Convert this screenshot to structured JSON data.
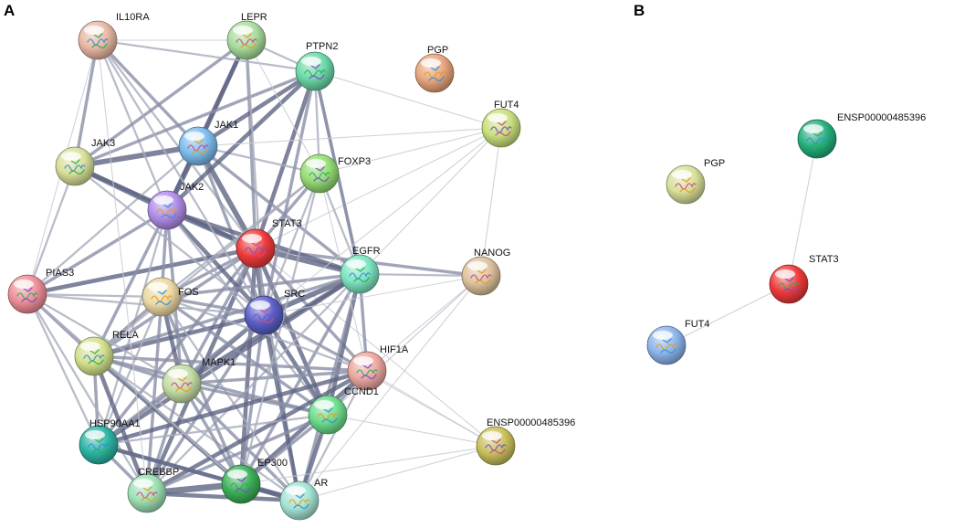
{
  "panels": [
    {
      "letter": "A",
      "nodes": [
        {
          "id": "IL10RA",
          "label": "IL10RA",
          "color": "#e8b8a4"
        },
        {
          "id": "LEPR",
          "label": "LEPR",
          "color": "#a8dc9c"
        },
        {
          "id": "PTPN2",
          "label": "PTPN2",
          "color": "#6cd8a8"
        },
        {
          "id": "PGP",
          "label": "PGP",
          "color": "#e8a47c"
        },
        {
          "id": "FUT4",
          "label": "FUT4",
          "color": "#c8e07c"
        },
        {
          "id": "JAK3",
          "label": "JAK3",
          "color": "#d8df98"
        },
        {
          "id": "JAK1",
          "label": "JAK1",
          "color": "#7cbcec"
        },
        {
          "id": "FOXP3",
          "label": "FOXP3",
          "color": "#94dc74"
        },
        {
          "id": "JAK2",
          "label": "JAK2",
          "color": "#b08ce8"
        },
        {
          "id": "STAT3",
          "label": "STAT3",
          "color": "#ee3a3a"
        },
        {
          "id": "EGFR",
          "label": "EGFR",
          "color": "#7ce4c0"
        },
        {
          "id": "NANOG",
          "label": "NANOG",
          "color": "#dcc29c"
        },
        {
          "id": "PIAS3",
          "label": "PIAS3",
          "color": "#ee8e96"
        },
        {
          "id": "FOS",
          "label": "FOS",
          "color": "#ecd8a4"
        },
        {
          "id": "SRC",
          "label": "SRC",
          "color": "#5a5fc8"
        },
        {
          "id": "RELA",
          "label": "RELA",
          "color": "#d4e08c"
        },
        {
          "id": "MAPK1",
          "label": "MAPK1",
          "color": "#c4dca4"
        },
        {
          "id": "HIF1A",
          "label": "HIF1A",
          "color": "#eca8a0"
        },
        {
          "id": "CCND1",
          "label": "CCND1",
          "color": "#6cdc8c"
        },
        {
          "id": "ENSP00000485396",
          "label": "ENSP00000485396",
          "color": "#c8c05c"
        },
        {
          "id": "HSP90AA1",
          "label": "HSP90AA1",
          "color": "#2cb4a4"
        },
        {
          "id": "CREBBP",
          "label": "CREBBP",
          "color": "#9ce0b4"
        },
        {
          "id": "EP300",
          "label": "EP300",
          "color": "#3cb058"
        },
        {
          "id": "AR",
          "label": "AR",
          "color": "#a4e4d4"
        }
      ],
      "edges": [
        [
          "STAT3",
          "JAK1",
          5
        ],
        [
          "STAT3",
          "JAK2",
          5
        ],
        [
          "STAT3",
          "SRC",
          5
        ],
        [
          "STAT3",
          "EGFR",
          5
        ],
        [
          "STAT3",
          "FOS",
          3
        ],
        [
          "STAT3",
          "RELA",
          3
        ],
        [
          "STAT3",
          "HIF1A",
          3
        ],
        [
          "STAT3",
          "CCND1",
          4
        ],
        [
          "STAT3",
          "EP300",
          4
        ],
        [
          "STAT3",
          "CREBBP",
          4
        ],
        [
          "STAT3",
          "PIAS3",
          4
        ],
        [
          "STAT3",
          "JAK3",
          4
        ],
        [
          "STAT3",
          "PTPN2",
          4
        ],
        [
          "STAT3",
          "FOXP3",
          3
        ],
        [
          "STAT3",
          "LEPR",
          3
        ],
        [
          "STAT3",
          "IL10RA",
          2
        ],
        [
          "STAT3",
          "NANOG",
          3
        ],
        [
          "STAT3",
          "MAPK1",
          3
        ],
        [
          "STAT3",
          "AR",
          3
        ],
        [
          "STAT3",
          "HSP90AA1",
          3
        ],
        [
          "STAT3",
          "FUT4",
          1
        ],
        [
          "STAT3",
          "ENSP00000485396",
          1
        ],
        [
          "JAK1",
          "JAK2",
          5
        ],
        [
          "JAK1",
          "JAK3",
          5
        ],
        [
          "JAK1",
          "PTPN2",
          4
        ],
        [
          "JAK1",
          "LEPR",
          4
        ],
        [
          "JAK1",
          "IL10RA",
          3
        ],
        [
          "JAK1",
          "SRC",
          3
        ],
        [
          "JAK1",
          "EGFR",
          3
        ],
        [
          "JAK1",
          "PIAS3",
          2
        ],
        [
          "JAK1",
          "FOXP3",
          2
        ],
        [
          "JAK2",
          "JAK3",
          5
        ],
        [
          "JAK2",
          "PTPN2",
          4
        ],
        [
          "JAK2",
          "LEPR",
          4
        ],
        [
          "JAK2",
          "SRC",
          4
        ],
        [
          "JAK2",
          "EGFR",
          4
        ],
        [
          "JAK2",
          "PIAS3",
          3
        ],
        [
          "JAK2",
          "RELA",
          3
        ],
        [
          "JAK2",
          "FOS",
          3
        ],
        [
          "JAK2",
          "MAPK1",
          3
        ],
        [
          "JAK2",
          "IL10RA",
          2
        ],
        [
          "JAK2",
          "HSP90AA1",
          2
        ],
        [
          "JAK2",
          "CCND1",
          2
        ],
        [
          "JAK3",
          "IL10RA",
          3
        ],
        [
          "JAK3",
          "PTPN2",
          3
        ],
        [
          "JAK3",
          "LEPR",
          3
        ],
        [
          "JAK3",
          "PIAS3",
          2
        ],
        [
          "JAK3",
          "SRC",
          2
        ],
        [
          "SRC",
          "EGFR",
          5
        ],
        [
          "SRC",
          "FOS",
          3
        ],
        [
          "SRC",
          "RELA",
          4
        ],
        [
          "SRC",
          "MAPK1",
          4
        ],
        [
          "SRC",
          "HIF1A",
          3
        ],
        [
          "SRC",
          "CCND1",
          4
        ],
        [
          "SRC",
          "HSP90AA1",
          3
        ],
        [
          "SRC",
          "EP300",
          3
        ],
        [
          "SRC",
          "AR",
          4
        ],
        [
          "SRC",
          "CREBBP",
          3
        ],
        [
          "SRC",
          "PTPN2",
          3
        ],
        [
          "SRC",
          "PIAS3",
          2
        ],
        [
          "SRC",
          "FOXP3",
          2
        ],
        [
          "SRC",
          "LEPR",
          2
        ],
        [
          "EGFR",
          "FOS",
          3
        ],
        [
          "EGFR",
          "MAPK1",
          4
        ],
        [
          "EGFR",
          "HIF1A",
          3
        ],
        [
          "EGFR",
          "CCND1",
          4
        ],
        [
          "EGFR",
          "HSP90AA1",
          4
        ],
        [
          "EGFR",
          "EP300",
          3
        ],
        [
          "EGFR",
          "AR",
          3
        ],
        [
          "EGFR",
          "PTPN2",
          3
        ],
        [
          "EGFR",
          "RELA",
          3
        ],
        [
          "EGFR",
          "NANOG",
          2
        ],
        [
          "EGFR",
          "CREBBP",
          2
        ],
        [
          "EGFR",
          "FOXP3",
          2
        ],
        [
          "FOS",
          "RELA",
          3
        ],
        [
          "FOS",
          "MAPK1",
          4
        ],
        [
          "FOS",
          "CREBBP",
          3
        ],
        [
          "FOS",
          "EP300",
          3
        ],
        [
          "FOS",
          "PIAS3",
          2
        ],
        [
          "FOS",
          "CCND1",
          3
        ],
        [
          "FOS",
          "HIF1A",
          2
        ],
        [
          "FOS",
          "AR",
          2
        ],
        [
          "FOS",
          "HSP90AA1",
          2
        ],
        [
          "RELA",
          "MAPK1",
          3
        ],
        [
          "RELA",
          "CREBBP",
          4
        ],
        [
          "RELA",
          "EP300",
          4
        ],
        [
          "RELA",
          "HSP90AA1",
          3
        ],
        [
          "RELA",
          "PIAS3",
          3
        ],
        [
          "RELA",
          "CCND1",
          3
        ],
        [
          "RELA",
          "HIF1A",
          3
        ],
        [
          "RELA",
          "AR",
          2
        ],
        [
          "MAPK1",
          "CREBBP",
          3
        ],
        [
          "MAPK1",
          "EP300",
          3
        ],
        [
          "MAPK1",
          "CCND1",
          3
        ],
        [
          "MAPK1",
          "HIF1A",
          3
        ],
        [
          "MAPK1",
          "HSP90AA1",
          3
        ],
        [
          "MAPK1",
          "AR",
          3
        ],
        [
          "MAPK1",
          "PIAS3",
          2
        ],
        [
          "HIF1A",
          "CCND1",
          3
        ],
        [
          "HIF1A",
          "EP300",
          4
        ],
        [
          "HIF1A",
          "CREBBP",
          4
        ],
        [
          "HIF1A",
          "HSP90AA1",
          4
        ],
        [
          "HIF1A",
          "AR",
          2
        ],
        [
          "HIF1A",
          "NANOG",
          1
        ],
        [
          "CCND1",
          "EP300",
          3
        ],
        [
          "CCND1",
          "CREBBP",
          3
        ],
        [
          "CCND1",
          "AR",
          4
        ],
        [
          "CCND1",
          "HSP90AA1",
          2
        ],
        [
          "CCND1",
          "NANOG",
          1
        ],
        [
          "EP300",
          "CREBBP",
          6
        ],
        [
          "EP300",
          "AR",
          5
        ],
        [
          "EP300",
          "HSP90AA1",
          3
        ],
        [
          "EP300",
          "PIAS3",
          2
        ],
        [
          "CREBBP",
          "AR",
          4
        ],
        [
          "CREBBP",
          "HSP90AA1",
          3
        ],
        [
          "CREBBP",
          "PIAS3",
          2
        ],
        [
          "HSP90AA1",
          "AR",
          4
        ],
        [
          "HSP90AA1",
          "PIAS3",
          2
        ],
        [
          "PIAS3",
          "IL10RA",
          1
        ],
        [
          "PIAS3",
          "EP300",
          2
        ],
        [
          "PTPN2",
          "LEPR",
          2
        ],
        [
          "PTPN2",
          "FOXP3",
          2
        ],
        [
          "PTPN2",
          "IL10RA",
          2
        ],
        [
          "PTPN2",
          "EGFR",
          3
        ],
        [
          "LEPR",
          "IL10RA",
          1
        ],
        [
          "LEPR",
          "FOXP3",
          1
        ],
        [
          "FOXP3",
          "RELA",
          2
        ],
        [
          "FOXP3",
          "FOS",
          2
        ],
        [
          "FOXP3",
          "EP300",
          2
        ],
        [
          "FOXP3",
          "HIF1A",
          1
        ],
        [
          "NANOG",
          "SRC",
          1
        ],
        [
          "NANOG",
          "CCND1",
          1
        ],
        [
          "NANOG",
          "AR",
          1
        ],
        [
          "NANOG",
          "FUT4",
          1
        ],
        [
          "FUT4",
          "EGFR",
          1
        ],
        [
          "FUT4",
          "FOXP3",
          1
        ],
        [
          "FUT4",
          "PTPN2",
          1
        ],
        [
          "FUT4",
          "JAK1",
          1
        ],
        [
          "FUT4",
          "SRC",
          1
        ],
        [
          "ENSP00000485396",
          "CCND1",
          1
        ],
        [
          "ENSP00000485396",
          "HIF1A",
          1
        ],
        [
          "ENSP00000485396",
          "AR",
          1
        ],
        [
          "ENSP00000485396",
          "EP300",
          1
        ],
        [
          "ENSP00000485396",
          "SRC",
          1
        ],
        [
          "IL10RA",
          "SRC",
          2
        ],
        [
          "IL10RA",
          "CREBBP",
          1
        ]
      ]
    },
    {
      "letter": "B",
      "nodes": [
        {
          "id": "ENSP00000485396",
          "label": "ENSP00000485396",
          "color": "#24b07c"
        },
        {
          "id": "PGP",
          "label": "PGP",
          "color": "#d8df98"
        },
        {
          "id": "STAT3",
          "label": "STAT3",
          "color": "#ee3a3a"
        },
        {
          "id": "FUT4",
          "label": "FUT4",
          "color": "#8cb4ec"
        }
      ],
      "edges": [
        [
          "STAT3",
          "ENSP00000485396",
          1
        ],
        [
          "STAT3",
          "FUT4",
          1
        ]
      ]
    }
  ]
}
